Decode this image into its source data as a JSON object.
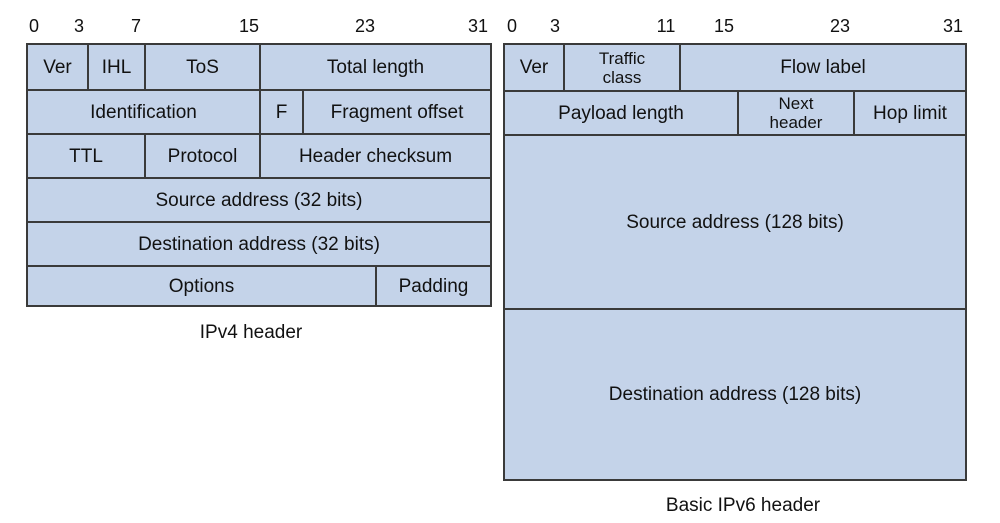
{
  "ipv4": {
    "bit_labels": [
      "0",
      "3",
      "7",
      "15",
      "23",
      "31"
    ],
    "rows": [
      [
        "Ver",
        "IHL",
        "ToS",
        "Total length"
      ],
      [
        "Identification",
        "F",
        "Fragment offset"
      ],
      [
        "TTL",
        "Protocol",
        "Header checksum"
      ],
      [
        "Source address (32 bits)"
      ],
      [
        "Destination address (32 bits)"
      ],
      [
        "Options",
        "Padding"
      ]
    ],
    "caption": "IPv4 header"
  },
  "ipv6": {
    "bit_labels": [
      "0",
      "3",
      "11",
      "15",
      "23",
      "31"
    ],
    "rows": [
      [
        "Ver",
        "Traffic class",
        "Flow label"
      ],
      [
        "Payload length",
        "Next header",
        "Hop limit"
      ],
      [
        "Source address (128 bits)"
      ],
      [
        "Destination address (128 bits)"
      ]
    ],
    "caption": "Basic IPv6 header"
  },
  "colors": {
    "cell_fill": "#c4d3e9",
    "border": "#3a3a3a"
  }
}
